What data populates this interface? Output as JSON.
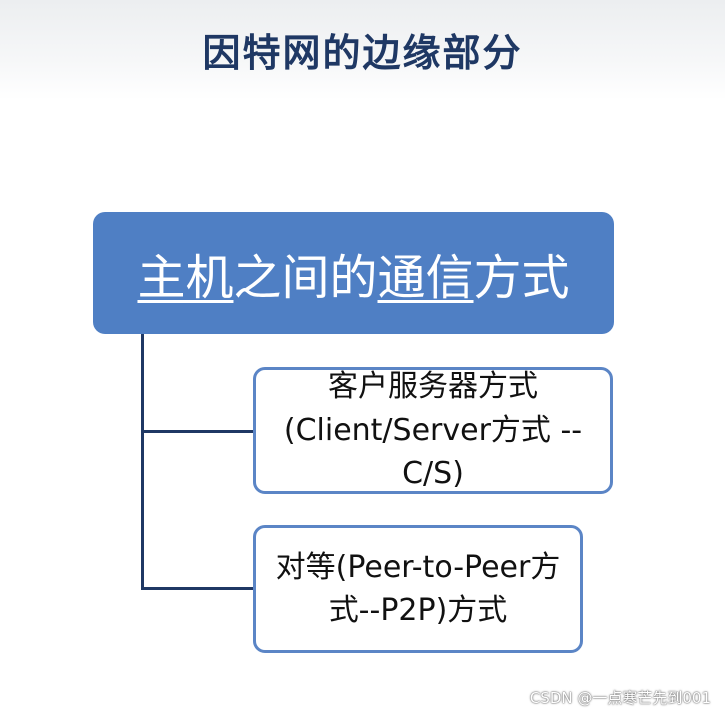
{
  "slide": {
    "title": "因特网的边缘部分"
  },
  "diagram": {
    "root": {
      "seg1": "主机",
      "seg2": "之间的",
      "seg3": "通信",
      "seg4": "方式"
    },
    "children": [
      {
        "line1": "客户服务器方式",
        "line2": "(Client/Server方式 --C/S)"
      },
      {
        "line1": "对等(Peer-to-Peer方",
        "line2": "式--P2P)方式"
      }
    ]
  },
  "colors": {
    "title": "#1f3864",
    "root_fill": "#4f7fc4",
    "child_border": "#5b85c6",
    "connector": "#1f3864"
  },
  "watermark": "CSDN @一点寒芒先到001"
}
